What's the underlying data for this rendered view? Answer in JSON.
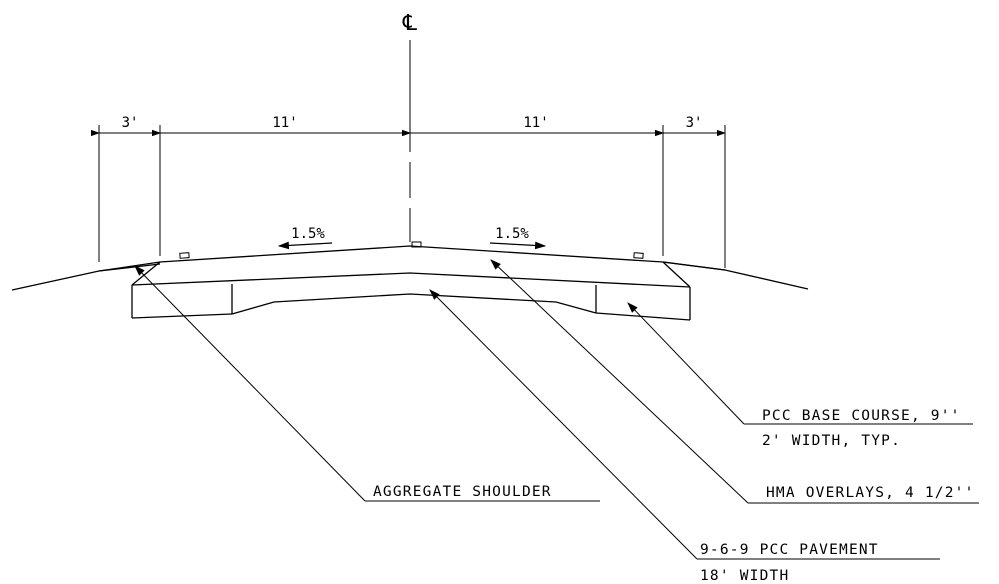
{
  "centerline_symbol": "℄",
  "dimensions": {
    "left_shoulder": "3'",
    "left_lane": "11'",
    "right_lane": "11'",
    "right_shoulder": "3'"
  },
  "slopes": {
    "left": "1.5%",
    "right": "1.5%"
  },
  "callouts": {
    "base_course_line1": "PCC BASE COURSE, 9''",
    "base_course_line2": "2' WIDTH, TYP.",
    "hma": "HMA OVERLAYS, 4 1/2''",
    "shoulder": "AGGREGATE SHOULDER",
    "pavement_line1": "9-6-9 PCC PAVEMENT",
    "pavement_line2": "18' WIDTH"
  }
}
